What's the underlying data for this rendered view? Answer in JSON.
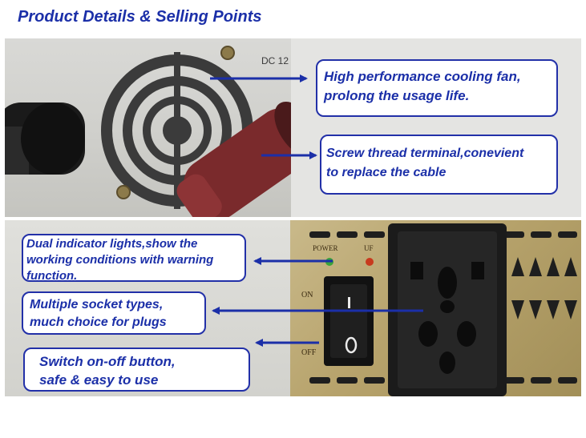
{
  "title": "Product Details & Selling Points",
  "device_labels": {
    "dc": "DC 12",
    "power": "POWER",
    "uf": "UF",
    "on": "ON",
    "off": "OFF"
  },
  "callouts": {
    "fan": [
      "High performance cooling fan,",
      "prolong the usage life."
    ],
    "terminal": [
      "Screw thread terminal,conevient",
      "to replace the cable"
    ],
    "lights": [
      "Dual indicator lights,show the",
      "working conditions with warning",
      "function."
    ],
    "sockets": [
      "Multiple socket types,",
      "much choice for plugs"
    ],
    "switch": [
      "Switch on-off button,",
      "safe & easy to use"
    ]
  },
  "colors": {
    "accent": "#1b2fa8",
    "border": "#2230a8",
    "terminal_red": "#7a2a2c",
    "terminal_black": "#1a1a1a",
    "gold_panel": "#b7a36c",
    "led_green": "#3aa33a",
    "led_red": "#c83a1e"
  }
}
